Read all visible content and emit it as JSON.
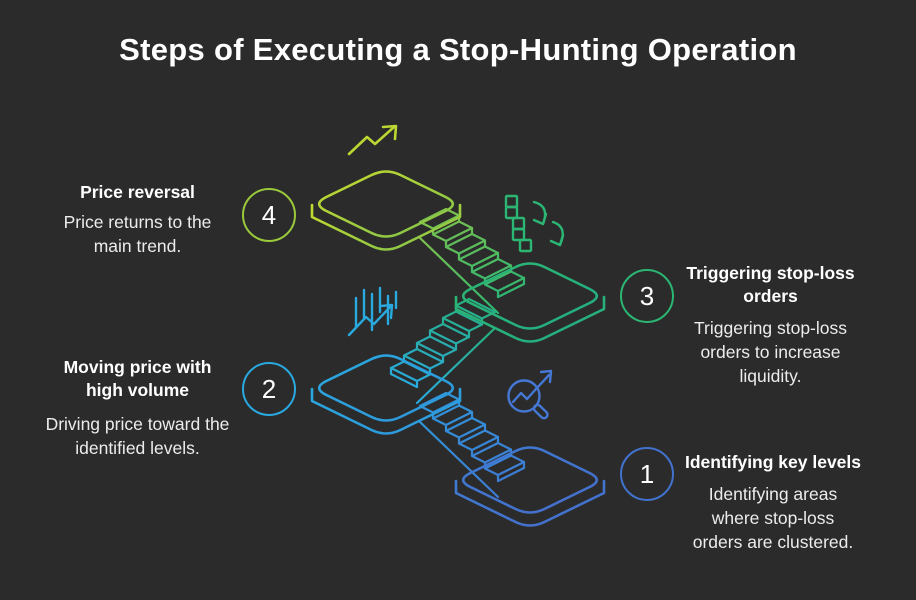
{
  "background_color": "#2b2b2b",
  "title": "Steps of Executing a Stop-Hunting Operation",
  "steps": [
    {
      "number": "1",
      "title": "Identifying key levels",
      "description": "Identifying areas where stop-loss orders are clustered.",
      "color": "#4173CE",
      "position": "bottom-right"
    },
    {
      "number": "2",
      "title": "Moving price with high volume",
      "description": "Driving price toward the identified levels.",
      "color": "#29A9DF",
      "position": "middle-left"
    },
    {
      "number": "3",
      "title": "Triggering stop-loss orders",
      "description": "Triggering stop-loss orders to increase liquidity.",
      "color": "#2BB673",
      "position": "middle-right"
    },
    {
      "number": "4",
      "title": "Price reversal",
      "description": "Price returns to the main trend.",
      "color": "#9ACA3B",
      "position": "top-left"
    }
  ],
  "illustration": {
    "type": "isometric-descending-staircase",
    "platforms": 4,
    "icons": [
      "trend-up-icon",
      "blocks-swap-icon",
      "volume-trend-icon",
      "analysis-magnifier-icon"
    ],
    "gradient_colors": [
      "#BCD632",
      "#2BB673",
      "#29A9DF",
      "#4173CE"
    ]
  }
}
